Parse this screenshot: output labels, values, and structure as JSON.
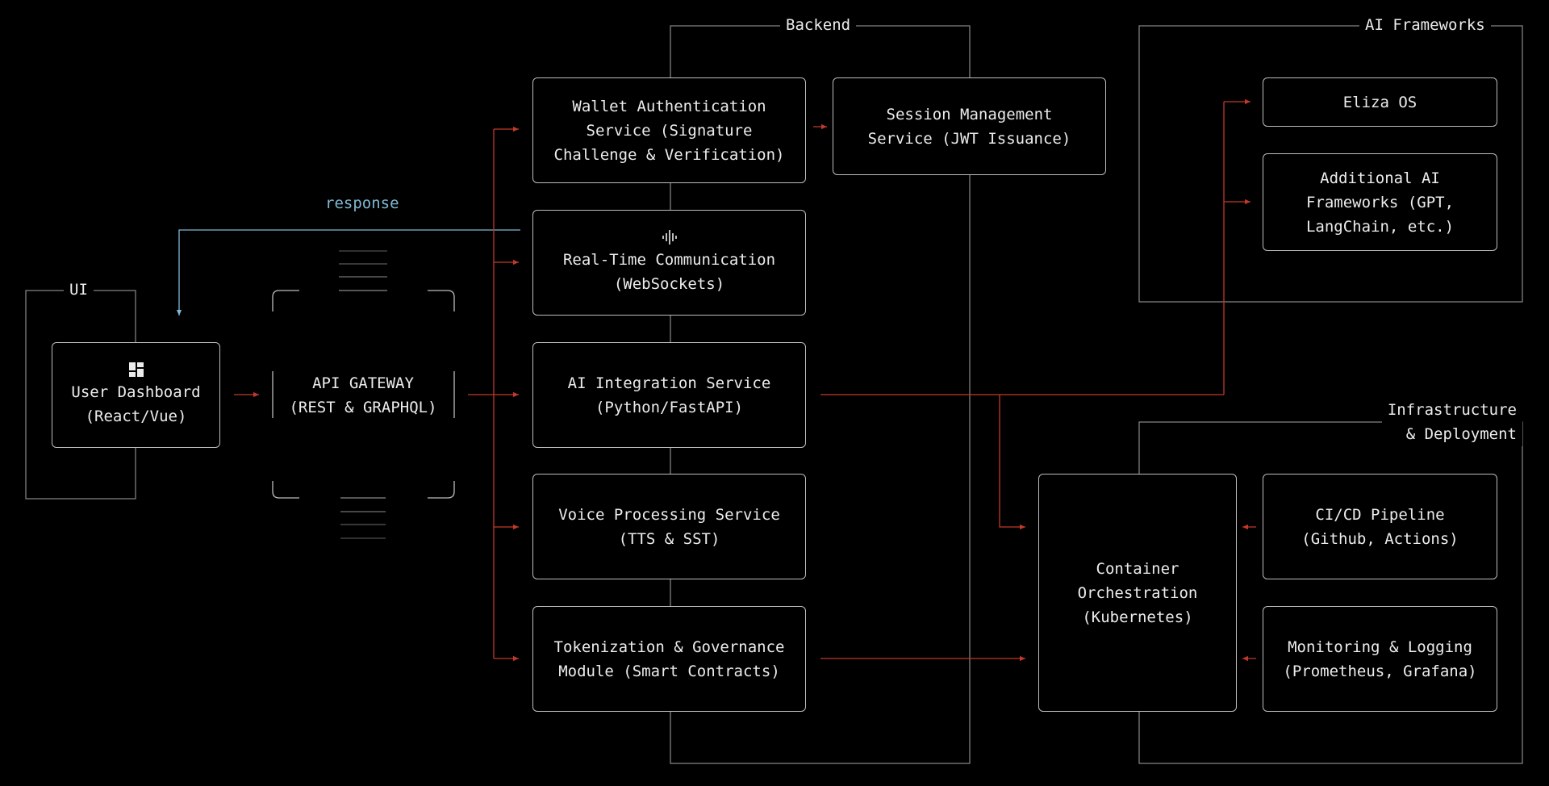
{
  "groups": {
    "ui": "UI",
    "backend": "Backend",
    "ai_frameworks": "AI Frameworks",
    "infrastructure": [
      "Infrastructure",
      "& Deployment"
    ]
  },
  "nodes": {
    "user_dashboard": [
      "User Dashboard",
      "(React/Vue)"
    ],
    "api_gateway": [
      "API GATEWAY",
      "(REST & GRAPHQL)"
    ],
    "wallet_auth": [
      "Wallet Authentication",
      "Service (Signature",
      "Challenge & Verification)"
    ],
    "session_mgmt": [
      "Session Management",
      "Service (JWT Issuance)"
    ],
    "realtime": [
      "Real-Time Communication",
      "(WebSockets)"
    ],
    "ai_integration": [
      "AI Integration Service",
      "(Python/FastAPI)"
    ],
    "voice": [
      "Voice Processing Service",
      "(TTS & SST)"
    ],
    "tokenization": [
      "Tokenization & Governance",
      "Module (Smart Contracts)"
    ],
    "eliza": [
      "Eliza OS"
    ],
    "additional_ai": [
      "Additional AI",
      "Frameworks (GPT,",
      "LangChain, etc.)"
    ],
    "container": [
      "Container",
      "Orchestration",
      "(Kubernetes)"
    ],
    "cicd": [
      "CI/CD Pipeline",
      "(Github, Actions)"
    ],
    "monitoring": [
      "Monitoring & Logging",
      "(Prometheus, Grafana)"
    ]
  },
  "edge_labels": {
    "response": "response"
  },
  "colors": {
    "arrow": "#c0392b",
    "response": "#7fb9d4",
    "group_line": "#8a8a8a",
    "box_border": "#bdbdbd",
    "background": "#000000"
  },
  "icons": {
    "user_dashboard": "dashboard-grid-icon",
    "realtime": "audio-wave-icon"
  }
}
